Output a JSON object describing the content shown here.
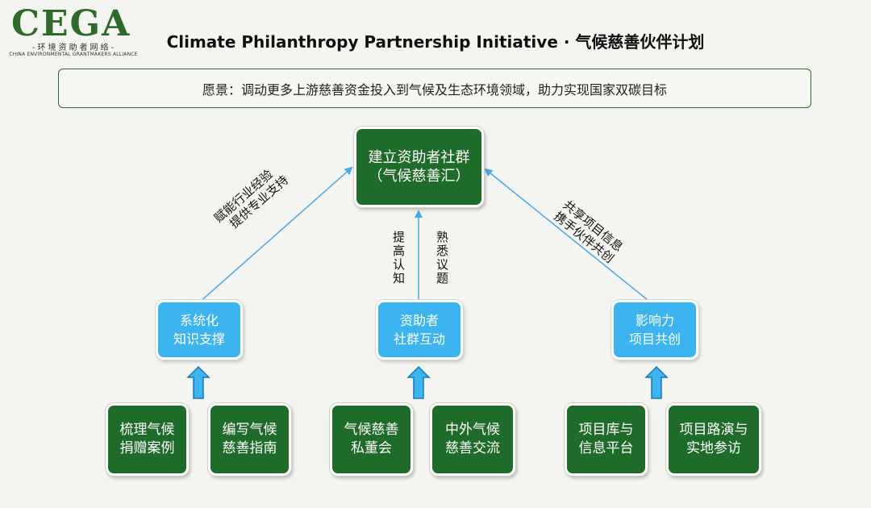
{
  "logo": {
    "wordmark": "CEGA",
    "chinese": "-环境资助者网络-",
    "english": "CHINA ENVIRONMENTAL GRANTMAKERS ALLIANCE"
  },
  "title": "Climate Philanthropy Partnership Initiative · 气候慈善伙伴计划",
  "vision": "愿景：调动更多上游慈善资金投入到气候及生态环境领域，助力实现国家双碳目标",
  "center": "建立资助者社群\n（气候慈善汇）",
  "pillars": [
    {
      "label": "系统化\n知识支撑"
    },
    {
      "label": "资助者\n社群互动"
    },
    {
      "label": "影响力\n项目共创"
    }
  ],
  "actions": [
    "梳理气候\n捐赠案例",
    "编写气候\n慈善指南",
    "气候慈善\n私董会",
    "中外气候\n慈善交流",
    "项目库与\n信息平台",
    "项目路演与\n实地参访"
  ],
  "edge_labels": {
    "left_line1": "赋能行业经验",
    "left_line2": "提供专业支持",
    "middle_left": "提高认知",
    "middle_right": "熟悉议题",
    "right_line1": "共享项目信息",
    "right_line2": "携手伙伴共创"
  },
  "colors": {
    "dark_green": "#1f6b2a",
    "light_blue": "#3cb4f0",
    "arrow_blue": "#4aa8e6"
  }
}
